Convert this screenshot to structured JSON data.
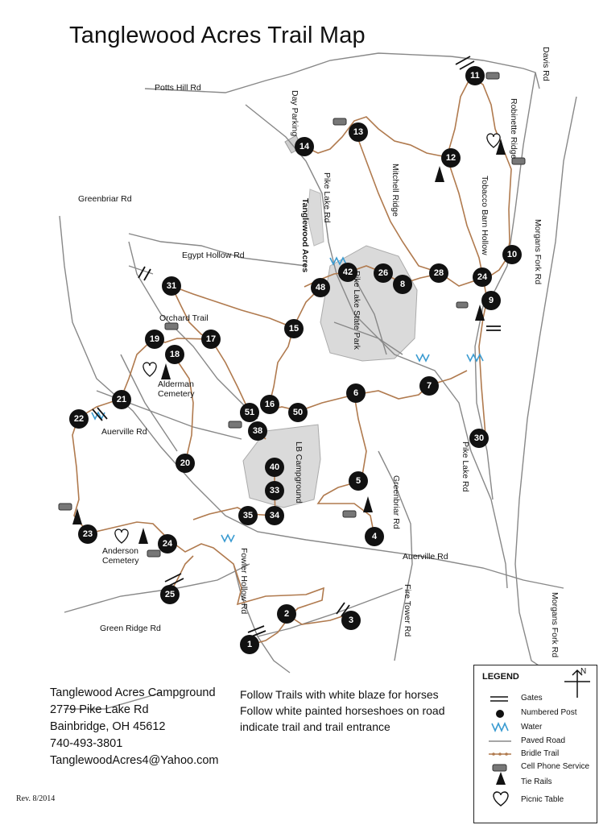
{
  "map": {
    "title": "Tanglewood Acres Trail Map",
    "roads": {
      "potts_hill": "Potts Hill Rd",
      "davis": "Davis Rd",
      "day_parking": "Day Parking",
      "greenbriar_top": "Greenbriar Rd",
      "egypt_hollow": "Egypt Hollow Rd",
      "pike_lake_top": "Pike Lake Rd",
      "tanglewood_acres": "Tanglewood Acres",
      "mitchell_ridge": "Mitchell Ridge",
      "robinette_ridge": "Robinette Ridge",
      "tobacco_barn": "Tobacco Barn Hollow",
      "morgans_fork_top": "Morgans Fork Rd",
      "pike_lake_park": "Pike Lake State Park",
      "orchard_trail": "Orchard Trail",
      "alderman": "Alderman Cemetery",
      "auerville_left": "Auerville Rd",
      "lb_campground": "LB Campground",
      "greenbriar_mid": "Greenbriar Rd",
      "pike_lake_bottom": "Pike Lake Rd",
      "anderson": "Anderson Cemetery",
      "fowler_hollow": "Fowler Hollow Rd",
      "auerville_bottom": "Auerville Rd",
      "fire_tower": "Fire Tower Rd",
      "green_ridge": "Green Ridge Rd",
      "morgans_fork_bottom": "Morgans Fork Rd"
    },
    "posts": [
      "1",
      "2",
      "3",
      "4",
      "5",
      "6",
      "7",
      "8",
      "9",
      "10",
      "11",
      "12",
      "13",
      "14",
      "15",
      "16",
      "17",
      "18",
      "19",
      "20",
      "21",
      "22",
      "23",
      "24",
      "25",
      "26",
      "28",
      "30",
      "31",
      "33",
      "34",
      "35",
      "38",
      "40",
      "42",
      "48",
      "50",
      "51"
    ]
  },
  "contact": {
    "name": "Tanglewood Acres Campground",
    "street": "2779 Pike Lake Rd",
    "city": "Bainbridge, OH 45612",
    "phone": "740-493-3801",
    "email": "TanglewoodAcres4@Yahoo.com"
  },
  "notes": {
    "line1": "Follow Trails with white blaze for horses",
    "line2": "Follow white painted horseshoes on road",
    "line3": "indicate trail and trail entrance"
  },
  "revision": "Rev. 8/2014",
  "legend": {
    "title": "LEGEND",
    "north": "N",
    "items": {
      "gates": "Gates",
      "post": "Numbered Post",
      "water": "Water",
      "paved": "Paved Road",
      "bridle": "Bridle Trail",
      "cell": "Cell Phone Service",
      "tie": "Tie Rails",
      "picnic": "Picnic Table"
    }
  },
  "colors": {
    "trail": "#b07a4e",
    "road": "#888888",
    "water": "#3a9bd1",
    "area": "#dadada"
  }
}
